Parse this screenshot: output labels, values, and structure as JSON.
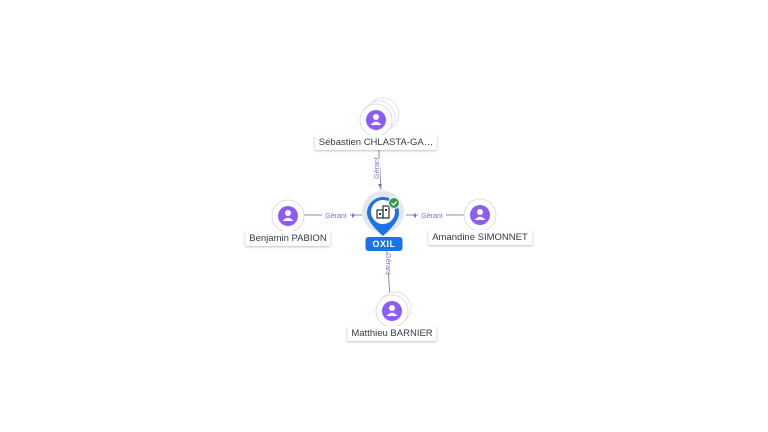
{
  "company": {
    "name": "OXIL",
    "accent": "#1a73e8",
    "status_icon": "check-icon",
    "status_color": "#2e9e4f",
    "icon": "building-icon"
  },
  "persons": [
    {
      "id": "top",
      "name": "Sébastien CHLASTA-GA…",
      "role": "Gérant"
    },
    {
      "id": "left",
      "name": "Benjamin PABION",
      "role": "Gérant"
    },
    {
      "id": "right",
      "name": "Amandine SIMONNET",
      "role": "Gérant"
    },
    {
      "id": "bottom",
      "name": "Matthieu BARNIER",
      "role": "Gérant"
    }
  ],
  "person_icon": "person-icon",
  "person_color": "#8b5cf6"
}
